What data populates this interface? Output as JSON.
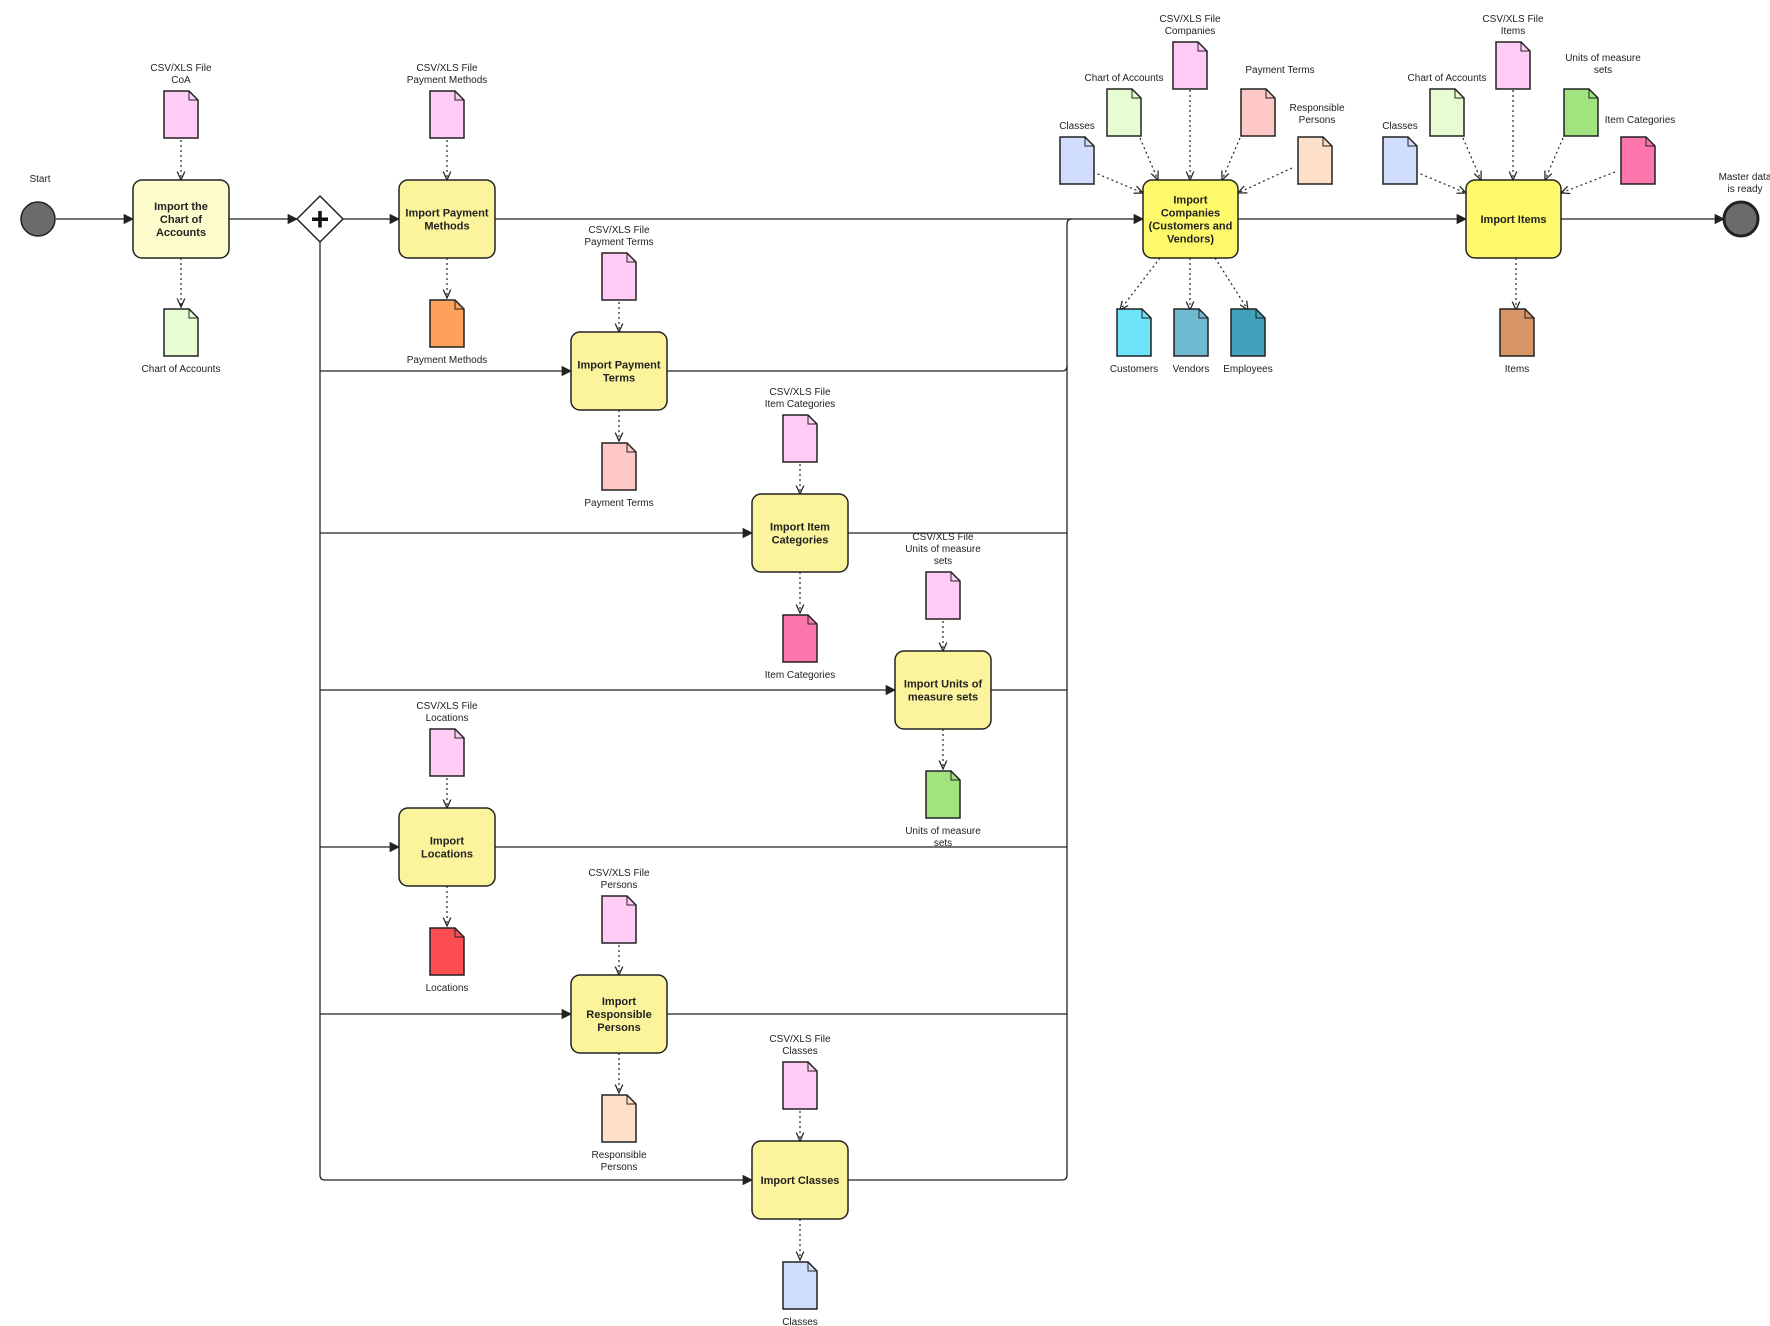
{
  "events": {
    "start": {
      "label": "Start"
    },
    "end": {
      "label_lines": [
        "Master data",
        "is ready"
      ]
    }
  },
  "gateway": {
    "symbol": "+"
  },
  "tasks": {
    "coa": {
      "lines": [
        "Import the",
        "Chart of",
        "Accounts"
      ],
      "color": "#fdfccc"
    },
    "payment_methods": {
      "lines": [
        "Import Payment",
        "Methods"
      ],
      "color": "#fbf49c"
    },
    "payment_terms": {
      "lines": [
        "Import Payment",
        "Terms"
      ],
      "color": "#fbf49c"
    },
    "item_categories": {
      "lines": [
        "Import Item",
        "Categories"
      ],
      "color": "#fbf49c"
    },
    "units": {
      "lines": [
        "Import Units of",
        "measure sets"
      ],
      "color": "#fbf49c"
    },
    "locations": {
      "lines": [
        "Import",
        "Locations"
      ],
      "color": "#fbf49c"
    },
    "responsible": {
      "lines": [
        "Import",
        "Responsible",
        "Persons"
      ],
      "color": "#fbf49c"
    },
    "classes": {
      "lines": [
        "Import Classes"
      ],
      "color": "#fbf49c"
    },
    "companies": {
      "lines": [
        "Import",
        "Companies",
        "(Customers and",
        "Vendors)"
      ],
      "color": "#fef96a"
    },
    "items": {
      "lines": [
        "Import Items"
      ],
      "color": "#fef96a"
    }
  },
  "documents": {
    "in_coa": {
      "label_lines": [
        "CSV/XLS File",
        "CoA"
      ],
      "color": "#ffccf6"
    },
    "out_coa": {
      "label_lines": [
        "Chart of Accounts"
      ],
      "color": "#e8fcd3"
    },
    "in_payment_methods": {
      "label_lines": [
        "CSV/XLS File",
        "Payment Methods"
      ],
      "color": "#ffccf6"
    },
    "out_payment_methods": {
      "label_lines": [
        "Payment Methods"
      ],
      "color": "#fda15c"
    },
    "in_payment_terms": {
      "label_lines": [
        "CSV/XLS File",
        "Payment Terms"
      ],
      "color": "#ffccf6"
    },
    "out_payment_terms": {
      "label_lines": [
        "Payment Terms"
      ],
      "color": "#fec8c7"
    },
    "in_item_categories": {
      "label_lines": [
        "CSV/XLS File",
        "Item Categories"
      ],
      "color": "#ffccf6"
    },
    "out_item_categories": {
      "label_lines": [
        "Item Categories"
      ],
      "color": "#fd76ab"
    },
    "in_units": {
      "label_lines": [
        "CSV/XLS File",
        "Units of measure",
        "sets"
      ],
      "color": "#ffccf6"
    },
    "out_units": {
      "label_lines": [
        "Units of measure",
        "sets"
      ],
      "color": "#a1e37f"
    },
    "in_locations": {
      "label_lines": [
        "CSV/XLS File",
        "Locations"
      ],
      "color": "#ffccf6"
    },
    "out_locations": {
      "label_lines": [
        "Locations"
      ],
      "color": "#fd4f52"
    },
    "in_responsible": {
      "label_lines": [
        "CSV/XLS File",
        "Persons"
      ],
      "color": "#ffccf6"
    },
    "out_responsible": {
      "label_lines": [
        "Responsible",
        "Persons"
      ],
      "color": "#fedfc7"
    },
    "in_classes": {
      "label_lines": [
        "CSV/XLS File",
        "Classes"
      ],
      "color": "#ffccf6"
    },
    "out_classes": {
      "label_lines": [
        "Classes"
      ],
      "color": "#d0ddfd"
    },
    "comp_in_companies": {
      "label_lines": [
        "CSV/XLS File",
        "Companies"
      ],
      "color": "#ffccf6"
    },
    "comp_in_coa": {
      "label_lines": [
        "Chart of Accounts"
      ],
      "color": "#e8fcd3"
    },
    "comp_in_payterms": {
      "label_lines": [
        "Payment Terms"
      ],
      "color": "#fec8c7"
    },
    "comp_in_classes": {
      "label_lines": [
        "Classes"
      ],
      "color": "#d0ddfd"
    },
    "comp_in_responsible": {
      "label_lines": [
        "Responsible",
        "Persons"
      ],
      "color": "#fedfc7"
    },
    "comp_out_customers": {
      "label_lines": [
        "Customers"
      ],
      "color": "#6ee4fb"
    },
    "comp_out_vendors": {
      "label_lines": [
        "Vendors"
      ],
      "color": "#6fb9d1"
    },
    "comp_out_employees": {
      "label_lines": [
        "Employees"
      ],
      "color": "#3fa2ba"
    },
    "items_in_file": {
      "label_lines": [
        "CSV/XLS File",
        "Items"
      ],
      "color": "#ffccf6"
    },
    "items_in_coa": {
      "label_lines": [
        "Chart of Accounts"
      ],
      "color": "#e8fcd3"
    },
    "items_in_units": {
      "label_lines": [
        "Units of measure",
        "sets"
      ],
      "color": "#a1e37f"
    },
    "items_in_classes": {
      "label_lines": [
        "Classes"
      ],
      "color": "#d0ddfd"
    },
    "items_in_categories": {
      "label_lines": [
        "Item Categories"
      ],
      "color": "#fd76ab"
    },
    "items_out": {
      "label_lines": [
        "Items"
      ],
      "color": "#d69467"
    }
  }
}
